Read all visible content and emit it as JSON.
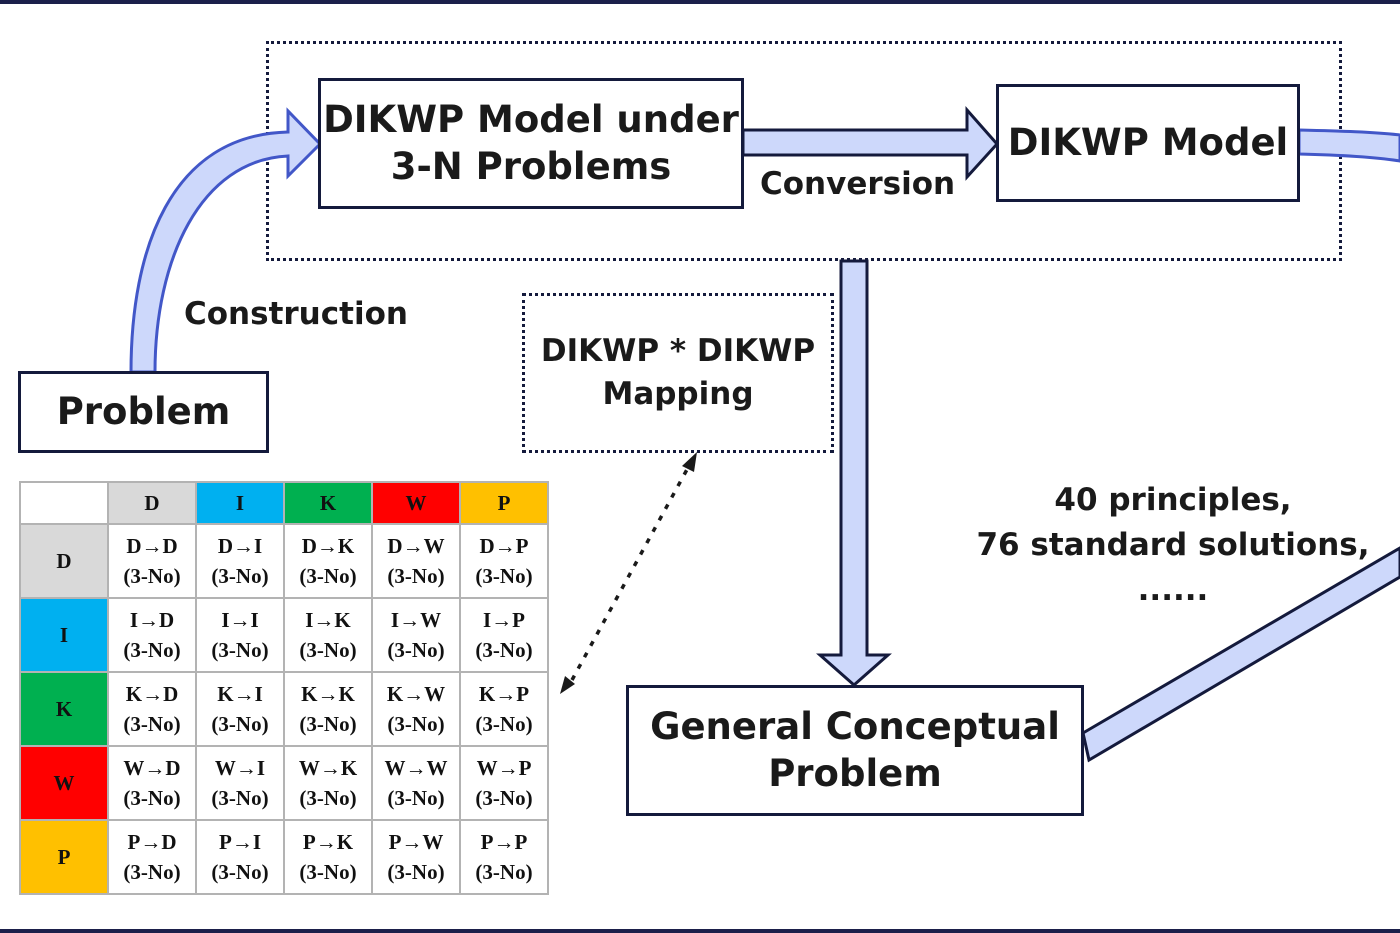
{
  "colors": {
    "arrow_fill": "#cdd8fb",
    "arrow_stroke_blue": "#4257c8",
    "outline_dark": "#141a3c",
    "D": "#d9d9d9",
    "I": "#00b0f0",
    "K": "#00b050",
    "W": "#ff0000",
    "P": "#ffc000"
  },
  "nodes": {
    "problem": "Problem",
    "dikwp_under_3n": [
      "DIKWP Model under",
      "3-N Problems"
    ],
    "dikwp_model": "DIKWP Model",
    "mapping": [
      "DIKWP * DIKWP",
      "Mapping"
    ],
    "general_conceptual": [
      "General Conceptual",
      "Problem"
    ]
  },
  "edges": {
    "construction": "Construction",
    "conversion": "Conversion",
    "principles": [
      "40 principles,",
      "76 standard solutions,",
      "......"
    ]
  },
  "matrix": {
    "headers": [
      "D",
      "I",
      "K",
      "W",
      "P"
    ],
    "rows": [
      {
        "label": "D",
        "cells": [
          [
            "D→D",
            "(3-No)"
          ],
          [
            "D→I",
            "(3-No)"
          ],
          [
            "D→K",
            "(3-No)"
          ],
          [
            "D→W",
            "(3-No)"
          ],
          [
            "D→P",
            "(3-No)"
          ]
        ]
      },
      {
        "label": "I",
        "cells": [
          [
            "I→D",
            "(3-No)"
          ],
          [
            "I→I",
            "(3-No)"
          ],
          [
            "I→K",
            "(3-No)"
          ],
          [
            "I→W",
            "(3-No)"
          ],
          [
            "I→P",
            "(3-No)"
          ]
        ]
      },
      {
        "label": "K",
        "cells": [
          [
            "K→D",
            "(3-No)"
          ],
          [
            "K→I",
            "(3-No)"
          ],
          [
            "K→K",
            "(3-No)"
          ],
          [
            "K→W",
            "(3-No)"
          ],
          [
            "K→P",
            "(3-No)"
          ]
        ]
      },
      {
        "label": "W",
        "cells": [
          [
            "W→D",
            "(3-No)"
          ],
          [
            "W→I",
            "(3-No)"
          ],
          [
            "W→K",
            "(3-No)"
          ],
          [
            "W→W",
            "(3-No)"
          ],
          [
            "W→P",
            "(3-No)"
          ]
        ]
      },
      {
        "label": "P",
        "cells": [
          [
            "P→D",
            "(3-No)"
          ],
          [
            "P→I",
            "(3-No)"
          ],
          [
            "P→K",
            "(3-No)"
          ],
          [
            "P→W",
            "(3-No)"
          ],
          [
            "P→P",
            "(3-No)"
          ]
        ]
      }
    ]
  }
}
